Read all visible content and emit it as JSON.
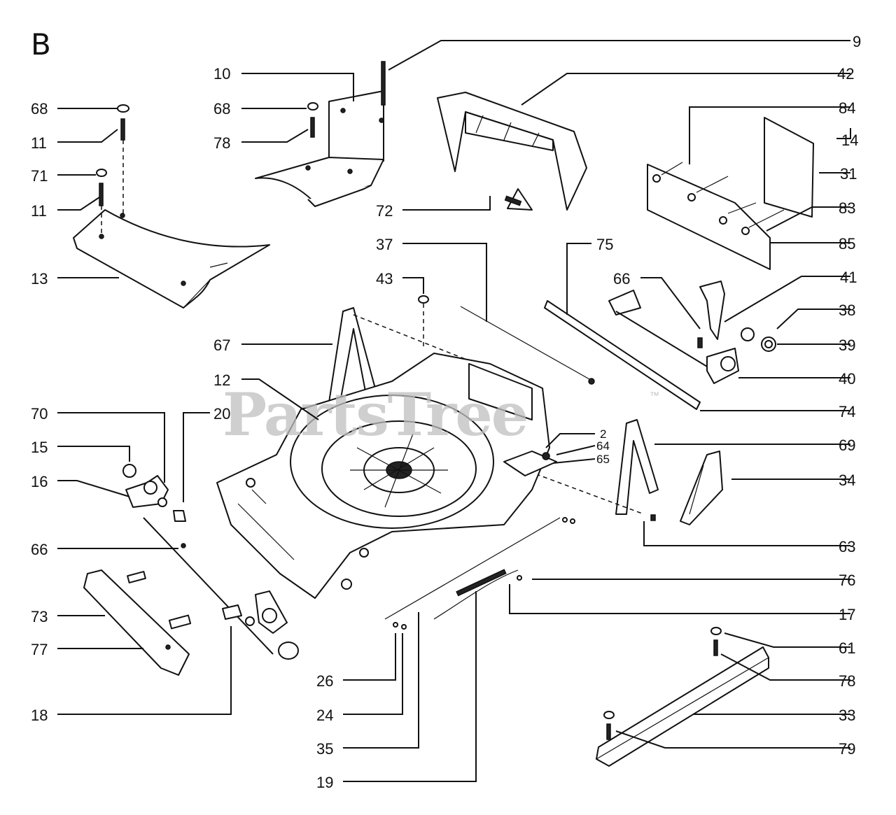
{
  "section_letter": "B",
  "watermark": "PartsTree",
  "watermark_tm": "™",
  "labels": {
    "p2": "2",
    "p9": "9",
    "p10": "10",
    "p11a": "11",
    "p11b": "11",
    "p12": "12",
    "p13": "13",
    "p14": "14",
    "p15": "15",
    "p16": "16",
    "p17": "17",
    "p18": "18",
    "p19": "19",
    "p20": "20",
    "p24": "24",
    "p26": "26",
    "p31": "31",
    "p33": "33",
    "p34": "34",
    "p35": "35",
    "p37": "37",
    "p38": "38",
    "p39": "39",
    "p40": "40",
    "p41": "41",
    "p42": "42",
    "p43": "43",
    "p61": "61",
    "p63": "63",
    "p64": "64",
    "p65": "65",
    "p66a": "66",
    "p66b": "66",
    "p67": "67",
    "p68a": "68",
    "p68b": "68",
    "p69": "69",
    "p70": "70",
    "p71": "71",
    "p72": "72",
    "p73": "73",
    "p74": "74",
    "p75": "75",
    "p76": "76",
    "p77": "77",
    "p78a": "78",
    "p78b": "78",
    "p79": "79",
    "p83": "83",
    "p84": "84",
    "p85": "85"
  }
}
